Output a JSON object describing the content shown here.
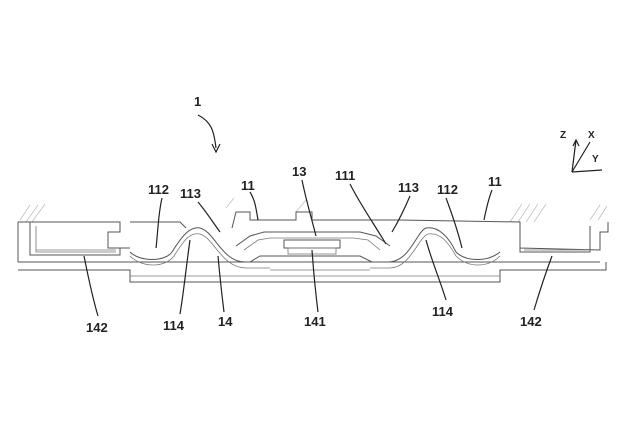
{
  "figure": {
    "labels": {
      "assembly": "1",
      "l13": "13",
      "l11_left": "11",
      "l11_right": "11",
      "l112_left": "112",
      "l112_right": "112",
      "l113_left": "113",
      "l113_right": "113",
      "l111": "111",
      "l114_left": "114",
      "l114_right": "114",
      "l14": "14",
      "l141": "141",
      "l142_left": "142",
      "l142_right": "142"
    },
    "axes": {
      "z": "Z",
      "x": "X",
      "y": "Y"
    }
  }
}
